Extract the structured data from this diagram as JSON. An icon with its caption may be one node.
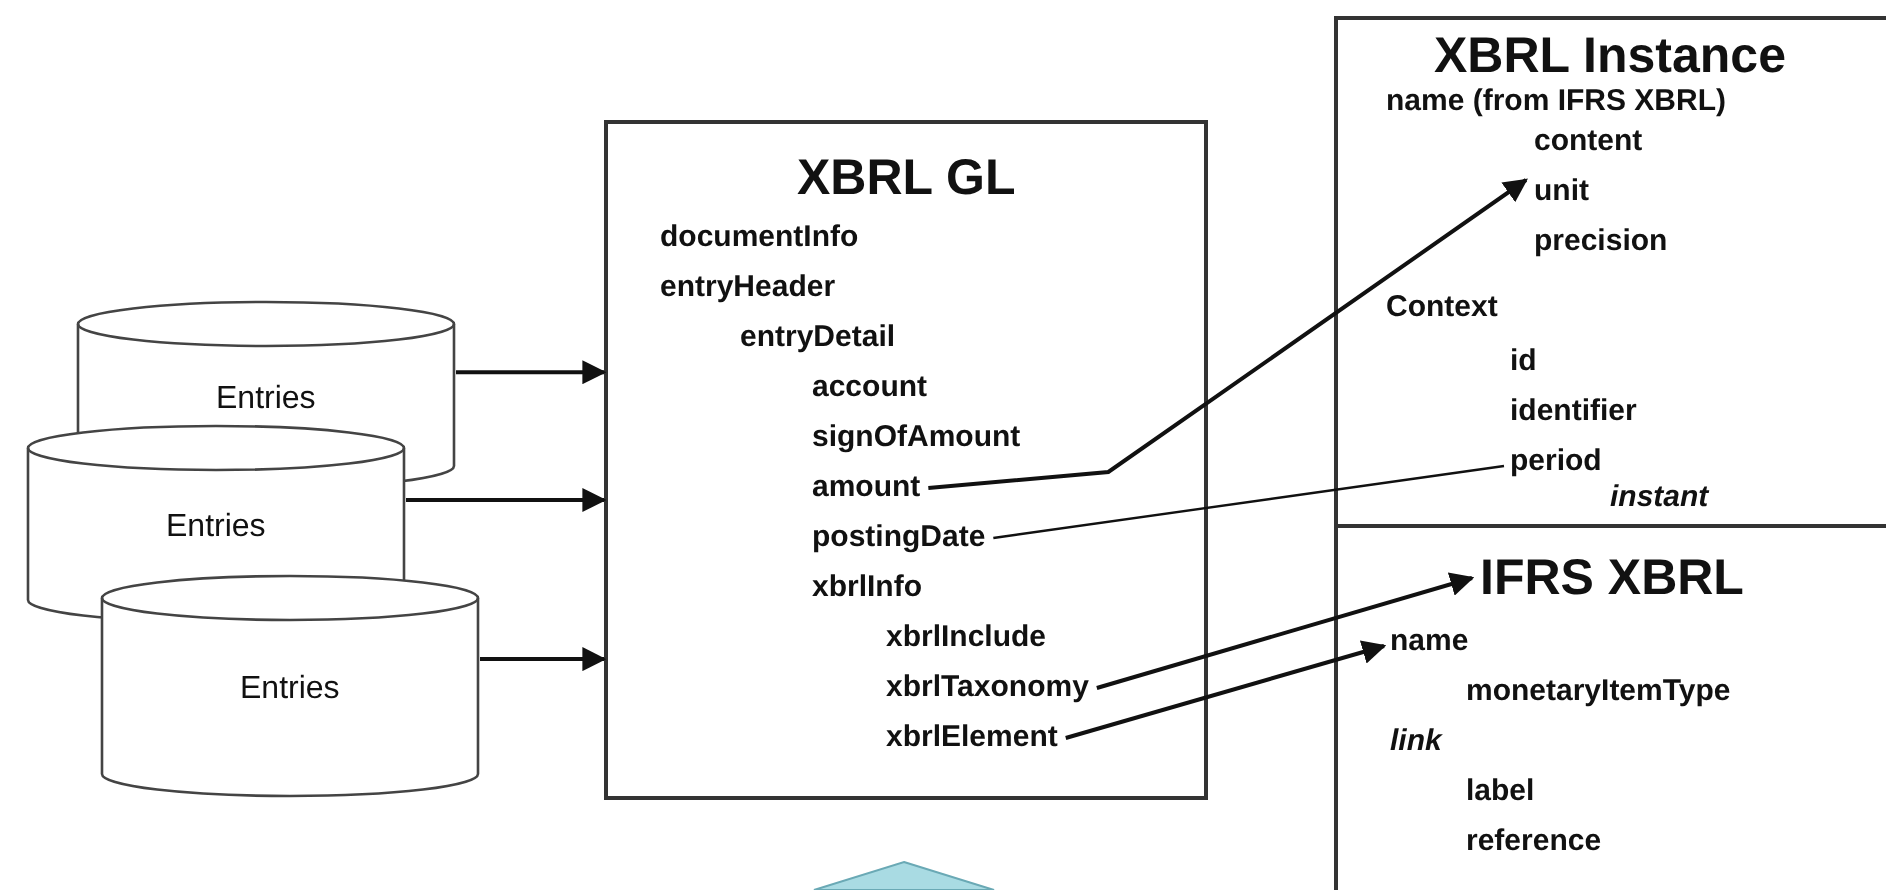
{
  "diagram": {
    "nodes": [
      {
        "text": [
          "Entries"
        ]
      },
      {
        "text": [
          "Entries"
        ]
      },
      {
        "text": [
          "Entries"
        ]
      },
      {
        "text": [
          "XBRL GL",
          "documentInfo",
          "entryHeader",
          "entryDetail",
          "account",
          "signOfAmount",
          "xbrlInfo",
          "xbrlInclude"
        ]
      },
      {
        "text": [
          "amount"
        ],
        "in": 3
      },
      {
        "text": [
          "postingDate"
        ],
        "in": 3
      },
      {
        "text": [
          "xbrlTaxonomy"
        ],
        "in": 3
      },
      {
        "text": [
          "xbrlElement"
        ],
        "in": 3
      },
      {
        "text": [
          "XBRL Instance",
          "name (from IFRS XBRL)",
          "unit",
          "precision",
          "Context",
          "id",
          "identifier",
          "instant"
        ]
      },
      {
        "text": [
          "content"
        ],
        "in": 8
      },
      {
        "text": [
          "period"
        ],
        "in": 8
      },
      {
        "text": [
          "IFRS XBRL",
          "monetaryItemType",
          "link",
          "label",
          "reference"
        ]
      },
      {
        "text": [
          "name"
        ],
        "in": 11
      }
    ],
    "edges": [
      {
        "from": 0,
        "to": 3,
        "arrow": "to"
      },
      {
        "from": 1,
        "to": 3,
        "arrow": "to"
      },
      {
        "from": 2,
        "to": 3,
        "arrow": "to"
      },
      {
        "from": 4,
        "to": 9,
        "arrow": "to"
      },
      {
        "from": 5,
        "to": 10,
        "arrow": "none"
      },
      {
        "from": 6,
        "to": 11,
        "arrow": "to"
      },
      {
        "from": 7,
        "to": 12,
        "arrow": "to"
      }
    ]
  }
}
